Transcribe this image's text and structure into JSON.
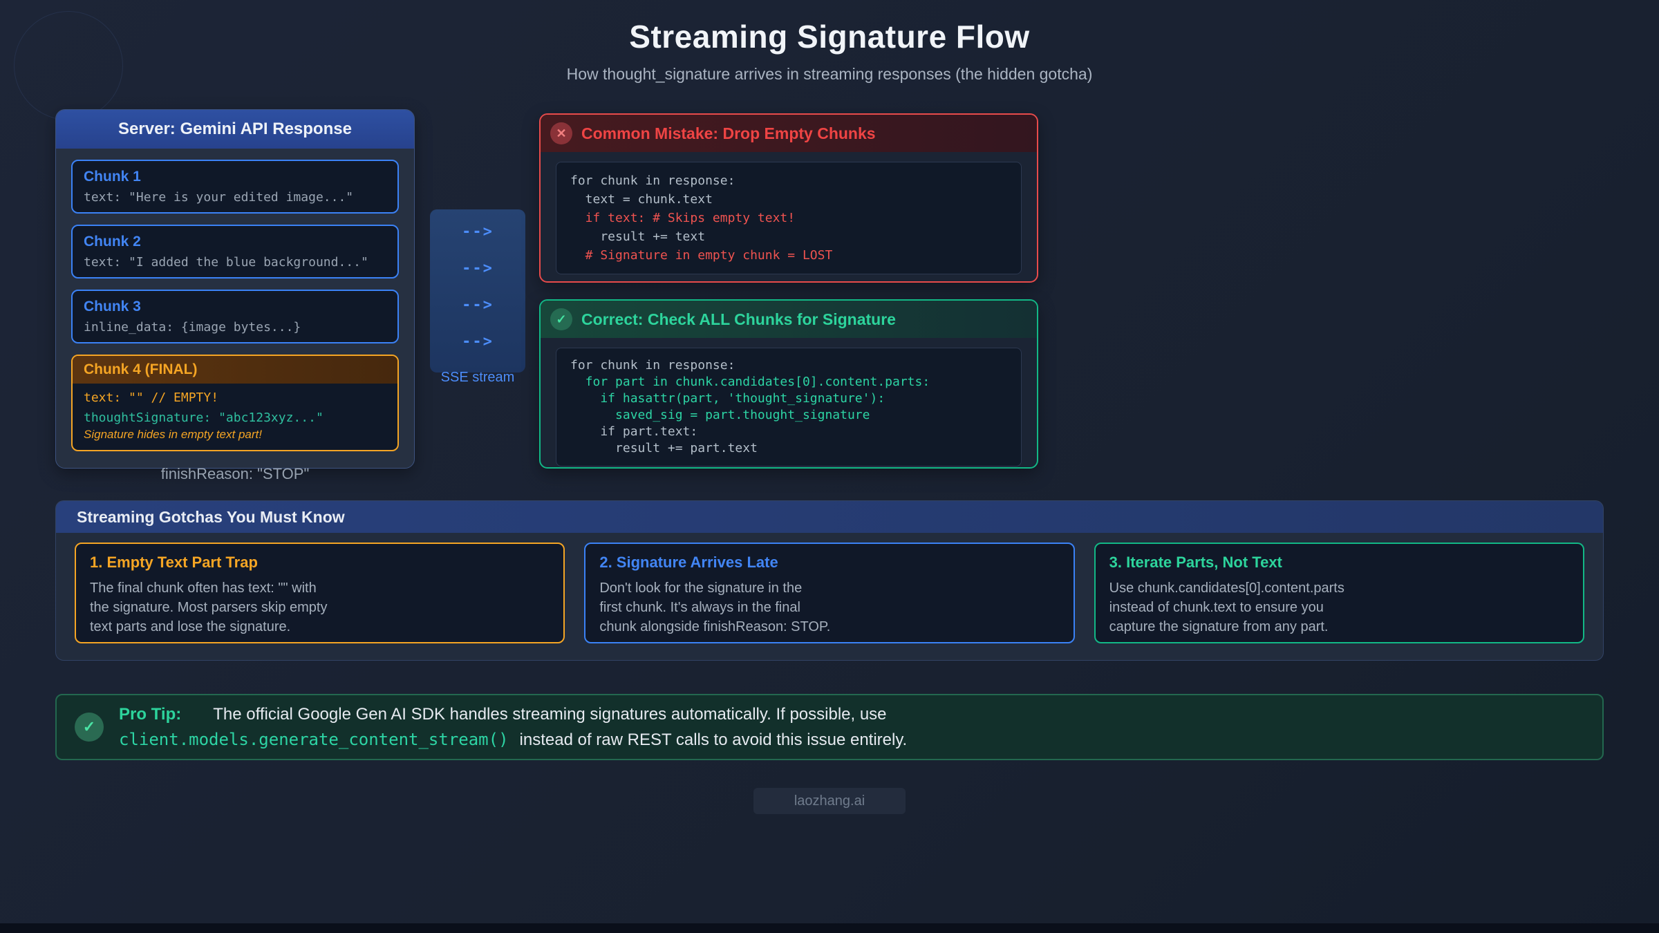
{
  "page": {
    "title": "Streaming Signature Flow",
    "subtitle": "How thought_signature arrives in streaming responses (the hidden gotcha)",
    "footer": "laozhang.ai"
  },
  "colors": {
    "accent_orange": "#f5a524",
    "accent_blue": "#3b82f6",
    "accent_green": "#12b886",
    "accent_red": "#ef4444",
    "accent_teal": "#2dd4a4",
    "header_blue": "#2d4fa0"
  },
  "server_panel": {
    "title": "Server: Gemini API Response",
    "chunks": [
      {
        "label": "Chunk 1",
        "body": "text: \"Here is your edited image...\""
      },
      {
        "label": "Chunk 2",
        "body": "text: \"I added the blue background...\""
      },
      {
        "label": "Chunk 3",
        "body": "inline_data: {image bytes...}"
      }
    ],
    "final_chunk": {
      "label": "Chunk 4 (FINAL)",
      "line1": "text: \"\" // EMPTY!",
      "line2": "thoughtSignature: \"abc123xyz...\"",
      "note": "Signature hides in empty text part!"
    },
    "finish_reason": "finishReason: \"STOP\""
  },
  "sse": {
    "arrow": "-->",
    "label": "SSE stream"
  },
  "mistake_panel": {
    "icon_glyph": "✕",
    "title": "Common Mistake: Drop Empty Chunks",
    "code": [
      {
        "text": "for chunk in response:",
        "color": "gray"
      },
      {
        "text": "  text = chunk.text",
        "color": "gray"
      },
      {
        "text": "  if text: # Skips empty text!",
        "color": "red"
      },
      {
        "text": "    result += text",
        "color": "gray"
      },
      {
        "text": "  # Signature in empty chunk = LOST",
        "color": "red"
      }
    ]
  },
  "correct_panel": {
    "icon_glyph": "✓",
    "title": "Correct: Check ALL Chunks for Signature",
    "code": [
      {
        "text": "for chunk in response:",
        "color": "gray"
      },
      {
        "text": "  for part in chunk.candidates[0].content.parts:",
        "color": "teal"
      },
      {
        "text": "    if hasattr(part, 'thought_signature'):",
        "color": "teal"
      },
      {
        "text": "      saved_sig = part.thought_signature",
        "color": "teal"
      },
      {
        "text": "    if part.text:",
        "color": "gray"
      },
      {
        "text": "      result += part.text",
        "color": "gray"
      }
    ]
  },
  "gotchas": {
    "title": "Streaming Gotchas You Must Know",
    "cards": [
      {
        "title": "1. Empty Text Part Trap",
        "accent": "#f5a524",
        "lines": [
          "The final chunk often has text: \"\" with",
          "the signature. Most parsers skip empty",
          "text parts and lose the signature."
        ]
      },
      {
        "title": "2. Signature Arrives Late",
        "accent": "#3b82f6",
        "lines": [
          "Don't look for the signature in the",
          "first chunk. It's always in the final",
          "chunk alongside finishReason: STOP."
        ]
      },
      {
        "title": "3. Iterate Parts, Not Text",
        "accent": "#12b886",
        "lines": [
          "Use chunk.candidates[0].content.parts",
          "instead of chunk.text to ensure you",
          "capture the signature from any part."
        ]
      }
    ]
  },
  "protip": {
    "icon_glyph": "✓",
    "label": "Pro Tip:",
    "line1_text": "The official Google Gen AI SDK handles streaming signatures automatically. If possible, use",
    "code": "client.models.generate_content_stream()",
    "line2_text": "instead of raw REST calls to avoid this issue entirely."
  }
}
